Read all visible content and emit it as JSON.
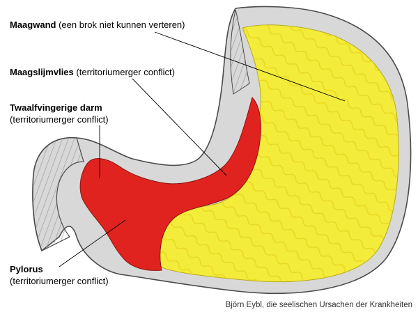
{
  "labels": {
    "maagwand": {
      "term": "Maagwand",
      "note": "(een brok niet kunnen verteren)"
    },
    "maagslijmvlies": {
      "term": "Maagslijmvlies",
      "note": "(territoriumerger conflict)"
    },
    "twaalfvingerige_darm": {
      "term": "Twaalfvingerige darm",
      "note": "(territoriumerger conflict)"
    },
    "pylorus": {
      "term": "Pylorus",
      "note": "(territoriumerger conflict)"
    }
  },
  "credit": "Björn Eybl, die seelischen Ursachen der Krankheiten",
  "colors": {
    "stomach_lining": "#f3ec3a",
    "duodenum_red": "#e0231f",
    "wall_gray": "#c9c9c9",
    "outline": "#4a4a4a"
  }
}
